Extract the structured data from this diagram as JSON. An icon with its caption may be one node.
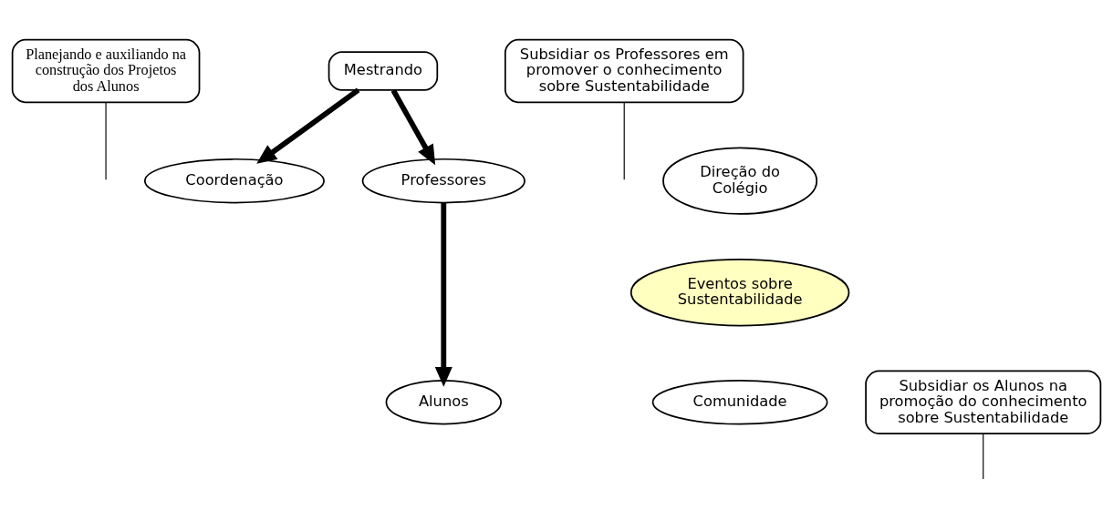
{
  "diagram": {
    "nodes": [
      {
        "text": [
          "Planejando e auxiliando na construção dos Projetos dos Alunos"
        ]
      },
      {
        "text": [
          "Mestrando"
        ]
      },
      {
        "text": [
          "Subsidiar os Professores em promover o conhecimento sobre Sustentabilidade"
        ]
      },
      {
        "text": [
          "Direção do Colégio"
        ]
      },
      {
        "text": [
          "Coordenação"
        ]
      },
      {
        "text": [
          "Professores"
        ]
      },
      {
        "text": [
          "Eventos sobre Sustentabilidade"
        ]
      },
      {
        "text": [
          "Subsidiar os Alunos na promoção do conhecimento sobre Sustentabilidade"
        ]
      },
      {
        "text": [
          "Comunidade"
        ]
      },
      {
        "text": [
          "Alunos"
        ]
      }
    ],
    "edges": [
      {
        "from": 1,
        "to": 4,
        "arrow": "to",
        "style": "thick"
      },
      {
        "from": 1,
        "to": 5,
        "arrow": "to",
        "style": "thick"
      },
      {
        "from": 5,
        "to": 9,
        "arrow": "to",
        "style": "thick"
      },
      {
        "from": 0,
        "to": null,
        "arrow": "none"
      },
      {
        "from": 2,
        "to": null,
        "arrow": "none"
      },
      {
        "from": 7,
        "to": null,
        "arrow": "none"
      }
    ]
  }
}
